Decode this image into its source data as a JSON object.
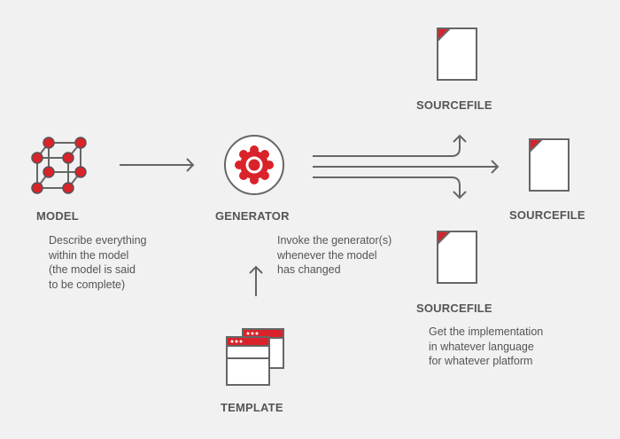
{
  "colors": {
    "background": "#f1f1f1",
    "accent": "#d9222a",
    "stroke": "#666666",
    "text": "#555555",
    "paper": "#ffffff"
  },
  "nodes": {
    "model": {
      "icon": "cube-lattice-icon",
      "label": "MODEL",
      "description": [
        "Describe everything",
        "within the model",
        "(the model is said",
        "to be complete)"
      ]
    },
    "generator": {
      "icon": "gear-icon",
      "label": "GENERATOR",
      "description": [
        "Invoke the generator(s)",
        "whenever the model",
        "has changed"
      ]
    },
    "template": {
      "icon": "template-windows-icon",
      "label": "TEMPLATE"
    },
    "sourcefile_top": {
      "icon": "document-icon",
      "label": "SOURCEFILE"
    },
    "sourcefile_middle": {
      "icon": "document-icon",
      "label": "SOURCEFILE"
    },
    "sourcefile_bottom": {
      "icon": "document-icon",
      "label": "SOURCEFILE",
      "description": [
        "Get the implementation",
        "in whatever language",
        "for whatever platform"
      ]
    }
  }
}
